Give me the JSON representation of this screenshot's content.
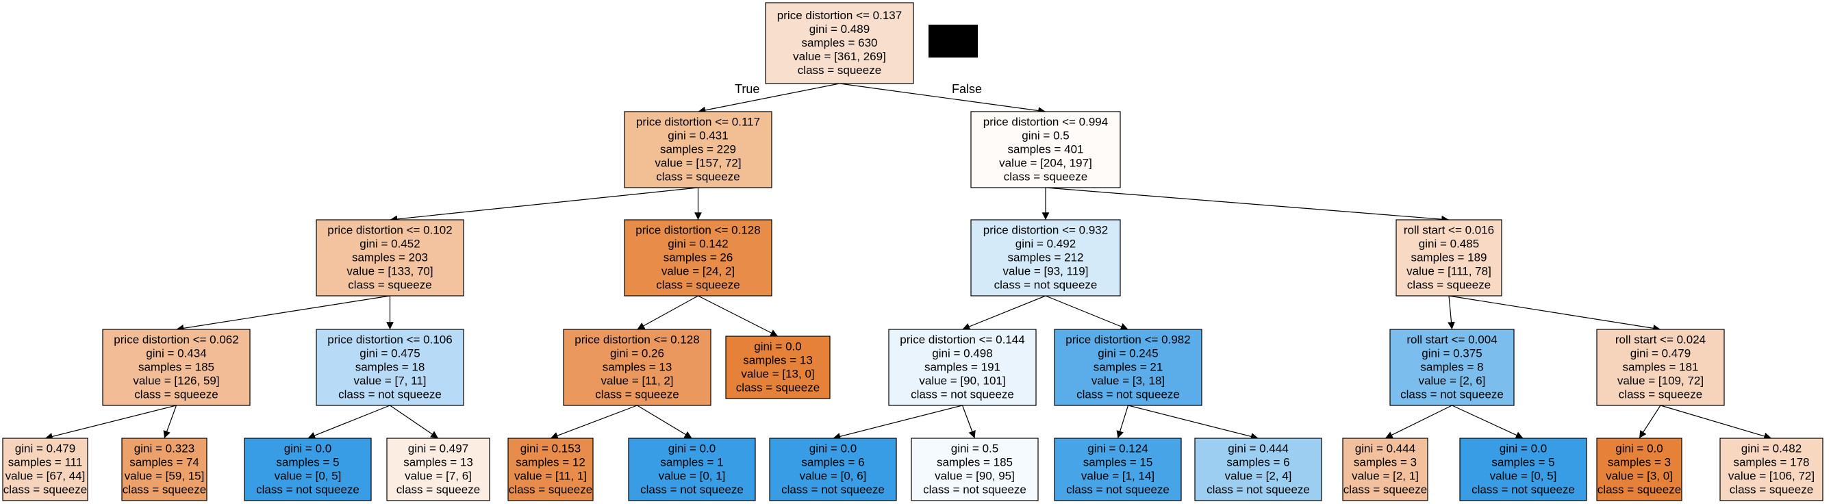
{
  "edge_labels": {
    "true_label": "True",
    "false_label": "False"
  },
  "nodes": [
    {
      "id": "n0",
      "lines": [
        "price distortion <= 0.137",
        "gini = 0.489",
        "samples = 630",
        "value = [361, 269]",
        "class = squeeze"
      ],
      "fill": "#f8dfcd"
    },
    {
      "id": "n1",
      "lines": [
        "price distortion <= 0.117",
        "gini = 0.431",
        "samples = 229",
        "value = [157, 72]",
        "class = squeeze"
      ],
      "fill": "#f2bf94"
    },
    {
      "id": "n2",
      "lines": [
        "price distortion <= 0.994",
        "gini = 0.5",
        "samples = 401",
        "value = [204, 197]",
        "class = squeeze"
      ],
      "fill": "#fefbf8"
    },
    {
      "id": "n3",
      "lines": [
        "price distortion <= 0.102",
        "gini = 0.452",
        "samples = 203",
        "value = [133, 70]",
        "class = squeeze"
      ],
      "fill": "#f3c39f"
    },
    {
      "id": "n4",
      "lines": [
        "price distortion <= 0.128",
        "gini = 0.142",
        "samples = 26",
        "value = [24, 2]",
        "class = squeeze"
      ],
      "fill": "#e78c49"
    },
    {
      "id": "n5",
      "lines": [
        "price distortion <= 0.932",
        "gini = 0.492",
        "samples = 212",
        "value = [93, 119]",
        "class = not squeeze"
      ],
      "fill": "#d4eaf9"
    },
    {
      "id": "n6",
      "lines": [
        "roll start <= 0.016",
        "gini = 0.485",
        "samples = 189",
        "value = [111, 78]",
        "class = squeeze"
      ],
      "fill": "#f7d9c4"
    },
    {
      "id": "n7",
      "lines": [
        "price distortion <= 0.062",
        "gini = 0.434",
        "samples = 185",
        "value = [126, 59]",
        "class = squeeze"
      ],
      "fill": "#f1bc96"
    },
    {
      "id": "n8",
      "lines": [
        "price distortion <= 0.106",
        "gini = 0.475",
        "samples = 18",
        "value = [7, 11]",
        "class = not squeeze"
      ],
      "fill": "#b7dbf6"
    },
    {
      "id": "n9",
      "lines": [
        "price distortion <= 0.128",
        "gini = 0.26",
        "samples = 13",
        "value = [11, 2]",
        "class = squeeze"
      ],
      "fill": "#ea985d"
    },
    {
      "id": "n10",
      "lines": [
        "gini = 0.0",
        "samples = 13",
        "value = [13, 0]",
        "class = squeeze"
      ],
      "fill": "#e58139"
    },
    {
      "id": "n11",
      "lines": [
        "price distortion <= 0.144",
        "gini = 0.498",
        "samples = 191",
        "value = [90, 101]",
        "class = not squeeze"
      ],
      "fill": "#eaf4fc"
    },
    {
      "id": "n12",
      "lines": [
        "price distortion <= 0.982",
        "gini = 0.245",
        "samples = 21",
        "value = [3, 18]",
        "class = not squeeze"
      ],
      "fill": "#5aade9"
    },
    {
      "id": "n13",
      "lines": [
        "roll start <= 0.004",
        "gini = 0.375",
        "samples = 8",
        "value = [2, 6]",
        "class = not squeeze"
      ],
      "fill": "#7bbeee"
    },
    {
      "id": "n14",
      "lines": [
        "roll start <= 0.024",
        "gini = 0.479",
        "samples = 181",
        "value = [109, 72]",
        "class = squeeze"
      ],
      "fill": "#f6d4bc"
    },
    {
      "id": "n15",
      "lines": [
        "gini = 0.479",
        "samples = 111",
        "value = [67, 44]",
        "class = squeeze"
      ],
      "fill": "#f6d4bb"
    },
    {
      "id": "n16",
      "lines": [
        "gini = 0.323",
        "samples = 74",
        "value = [59, 15]",
        "class = squeeze"
      ],
      "fill": "#eca16b"
    },
    {
      "id": "n17",
      "lines": [
        "gini = 0.0",
        "samples = 5",
        "value = [0, 5]",
        "class = not squeeze"
      ],
      "fill": "#399de5"
    },
    {
      "id": "n18",
      "lines": [
        "gini = 0.497",
        "samples = 13",
        "value = [7, 6]",
        "class = squeeze"
      ],
      "fill": "#fcede3"
    },
    {
      "id": "n19",
      "lines": [
        "gini = 0.153",
        "samples = 12",
        "value = [11, 1]",
        "class = squeeze"
      ],
      "fill": "#e78c4b"
    },
    {
      "id": "n20",
      "lines": [
        "gini = 0.0",
        "samples = 1",
        "value = [0, 1]",
        "class = not squeeze"
      ],
      "fill": "#399de5"
    },
    {
      "id": "n21",
      "lines": [
        "gini = 0.0",
        "samples = 6",
        "value = [0, 6]",
        "class = not squeeze"
      ],
      "fill": "#399de5"
    },
    {
      "id": "n22",
      "lines": [
        "gini = 0.5",
        "samples = 185",
        "value = [90, 95]",
        "class = not squeeze"
      ],
      "fill": "#f5fafe"
    },
    {
      "id": "n23",
      "lines": [
        "gini = 0.124",
        "samples = 15",
        "value = [1, 14]",
        "class = not squeeze"
      ],
      "fill": "#47a4e7"
    },
    {
      "id": "n24",
      "lines": [
        "gini = 0.444",
        "samples = 6",
        "value = [2, 4]",
        "class = not squeeze"
      ],
      "fill": "#9ccef2"
    },
    {
      "id": "n25",
      "lines": [
        "gini = 0.444",
        "samples = 3",
        "value = [2, 1]",
        "class = squeeze"
      ],
      "fill": "#f2c09c"
    },
    {
      "id": "n26",
      "lines": [
        "gini = 0.0",
        "samples = 5",
        "value = [0, 5]",
        "class = not squeeze"
      ],
      "fill": "#399de5"
    },
    {
      "id": "n27",
      "lines": [
        "gini = 0.0",
        "samples = 3",
        "value = [3, 0]",
        "class = squeeze"
      ],
      "fill": "#e58139"
    },
    {
      "id": "n28",
      "lines": [
        "gini = 0.482",
        "samples = 178",
        "value = [106, 72]",
        "class = squeeze"
      ],
      "fill": "#f7d7c0"
    }
  ],
  "edges": [
    [
      "n0",
      "n1"
    ],
    [
      "n0",
      "n2"
    ],
    [
      "n1",
      "n3"
    ],
    [
      "n1",
      "n4"
    ],
    [
      "n2",
      "n5"
    ],
    [
      "n2",
      "n6"
    ],
    [
      "n3",
      "n7"
    ],
    [
      "n3",
      "n8"
    ],
    [
      "n4",
      "n9"
    ],
    [
      "n4",
      "n10"
    ],
    [
      "n5",
      "n11"
    ],
    [
      "n5",
      "n12"
    ],
    [
      "n6",
      "n13"
    ],
    [
      "n6",
      "n14"
    ],
    [
      "n7",
      "n15"
    ],
    [
      "n7",
      "n16"
    ],
    [
      "n8",
      "n17"
    ],
    [
      "n8",
      "n18"
    ],
    [
      "n9",
      "n19"
    ],
    [
      "n9",
      "n20"
    ],
    [
      "n11",
      "n21"
    ],
    [
      "n11",
      "n22"
    ],
    [
      "n12",
      "n23"
    ],
    [
      "n12",
      "n24"
    ],
    [
      "n13",
      "n25"
    ],
    [
      "n13",
      "n26"
    ],
    [
      "n14",
      "n27"
    ],
    [
      "n14",
      "n28"
    ]
  ]
}
